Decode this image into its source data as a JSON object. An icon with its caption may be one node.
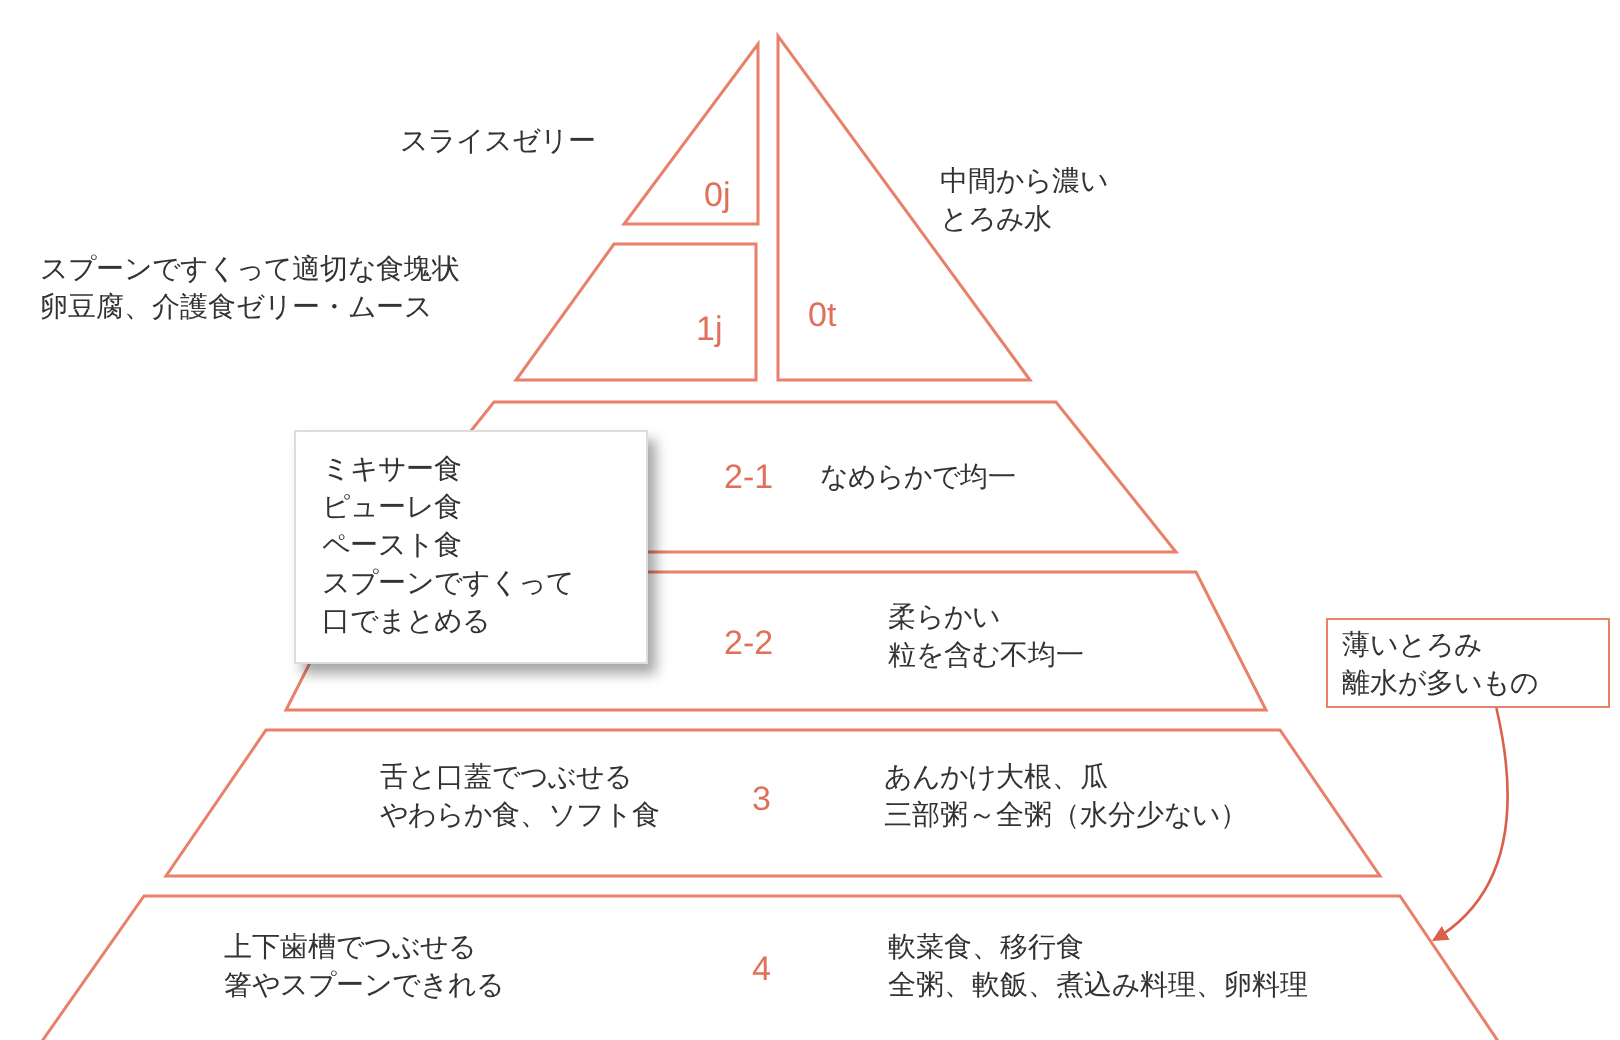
{
  "diagram": {
    "nodes": [
      {
        "text": [
          "0j"
        ],
        "beside": [
          "スライスゼリー"
        ]
      },
      {
        "text": [
          "0t"
        ],
        "beside": [
          "中間から濃いとろみ水"
        ]
      },
      {
        "text": [
          "1j"
        ],
        "beside": [
          "スプーンですくって適切な食塊状卵豆腐、介護食ゼリー・ムース"
        ]
      },
      {
        "text": [
          "2-1",
          "なめらかで均一"
        ]
      },
      {
        "text": [
          "2-2",
          "柔らかい粒を含む不均一"
        ]
      },
      {
        "text": [
          "ミキサー食ピューレ食ペースト食スプーンですくって口でまとめる"
        ]
      },
      {
        "text": [
          "舌と口蓋でつぶせるやわらか食、ソフト食",
          "3",
          "あんかけ大根、瓜三部粥～全粥（水分少ない）"
        ]
      },
      {
        "text": [
          "上下歯槽でつぶせる箸やスプーンできれる",
          "4",
          "軟菜食、移行食全粥、軟飯、煮込み料理、卵料理"
        ]
      },
      {
        "text": [
          "薄いとろみ離水が多いもの"
        ]
      }
    ],
    "edges": [
      {
        "from": 8,
        "to": 7,
        "arrow": "to"
      }
    ]
  }
}
